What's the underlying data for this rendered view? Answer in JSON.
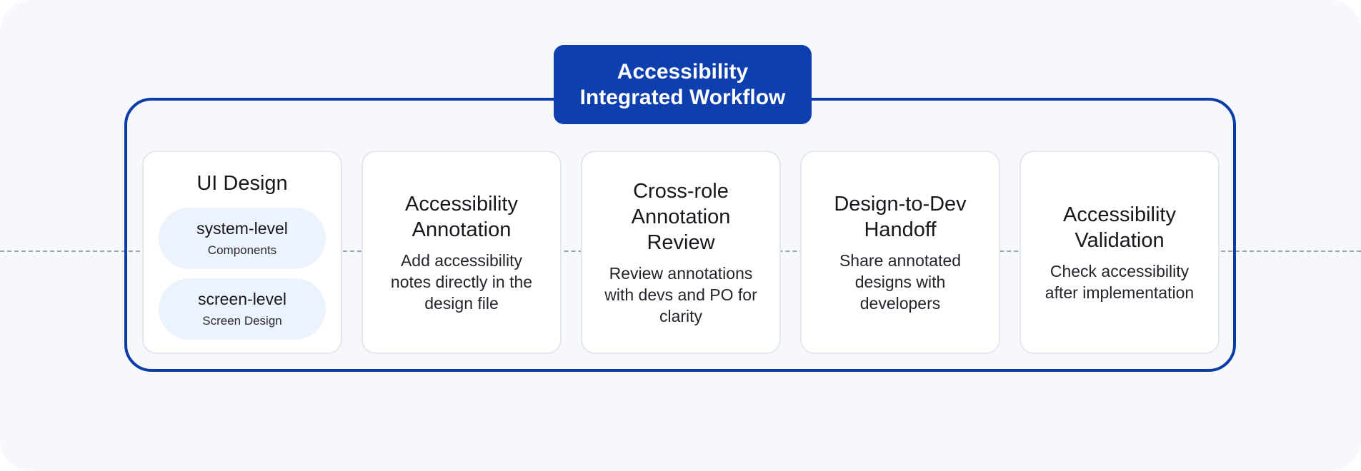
{
  "header": {
    "title_line1": "Accessibility",
    "title_line2": "Integrated Workflow"
  },
  "steps": [
    {
      "title": "UI Design",
      "pills": [
        {
          "title": "system-level",
          "subtitle": "Components"
        },
        {
          "title": "screen-level",
          "subtitle": "Screen Design"
        }
      ]
    },
    {
      "title_lines": [
        "Accessibility",
        "Annotation"
      ],
      "desc_lines": [
        "Add accessibility",
        "notes directly in the",
        "design file"
      ]
    },
    {
      "title_lines": [
        "Cross-role",
        "Annotation",
        "Review"
      ],
      "desc_lines": [
        "Review annotations",
        "with devs and PO for",
        "clarity"
      ]
    },
    {
      "title_lines": [
        "Design-to-Dev",
        "Handoff"
      ],
      "desc_lines": [
        "Share annotated",
        "designs with",
        "developers"
      ]
    },
    {
      "title_lines": [
        "Accessibility",
        "Validation"
      ],
      "desc_lines": [
        "Check accessibility",
        "after implementation"
      ]
    }
  ],
  "colors": {
    "frame": "#0b3da8",
    "title_bg": "#0d3fae",
    "background": "#f6f8fc",
    "pill_bg": "#edf3fc"
  }
}
